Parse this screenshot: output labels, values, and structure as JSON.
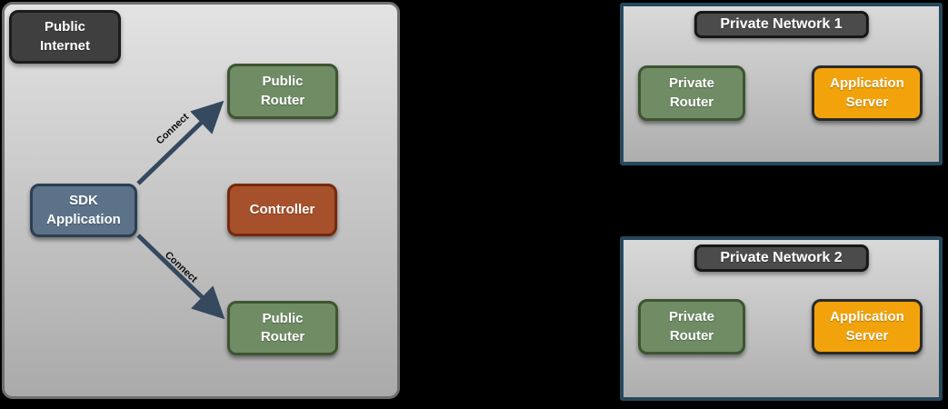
{
  "public_internet": {
    "title": "Public\nInternet",
    "nodes": {
      "sdk_application": {
        "label": "SDK\nApplication",
        "color": "#5c7288"
      },
      "public_router_top": {
        "label": "Public\nRouter",
        "color": "#6f8c64"
      },
      "controller": {
        "label": "Controller",
        "color": "#a7512c"
      },
      "public_router_bottom": {
        "label": "Public\nRouter",
        "color": "#6f8c64"
      }
    },
    "connections": [
      {
        "label": "Connect"
      },
      {
        "label": "Connect"
      }
    ]
  },
  "private_network_1": {
    "title": "Private Network 1",
    "nodes": {
      "private_router": {
        "label": "Private\nRouter",
        "color": "#6f8c64"
      },
      "application_server": {
        "label": "Application\nServer",
        "color": "#f2a30c"
      }
    }
  },
  "private_network_2": {
    "title": "Private Network 2",
    "nodes": {
      "private_router": {
        "label": "Private\nRouter",
        "color": "#6f8c64"
      },
      "application_server": {
        "label": "Application\nServer",
        "color": "#f2a30c"
      }
    }
  },
  "colors": {
    "arrow": "#35495e",
    "public_zone_border": "#6e6e6e",
    "private_zone_border": "#27475c",
    "badge_fill": "#3f3f3f",
    "green_fill": "#6f8c64",
    "green_border": "#3e5531",
    "blue_fill": "#5c7288",
    "blue_border": "#2d3e53",
    "rust_fill": "#a7512c",
    "rust_border": "#76290e",
    "orange_fill": "#f2a30c",
    "orange_border": "#2a2a2a"
  }
}
